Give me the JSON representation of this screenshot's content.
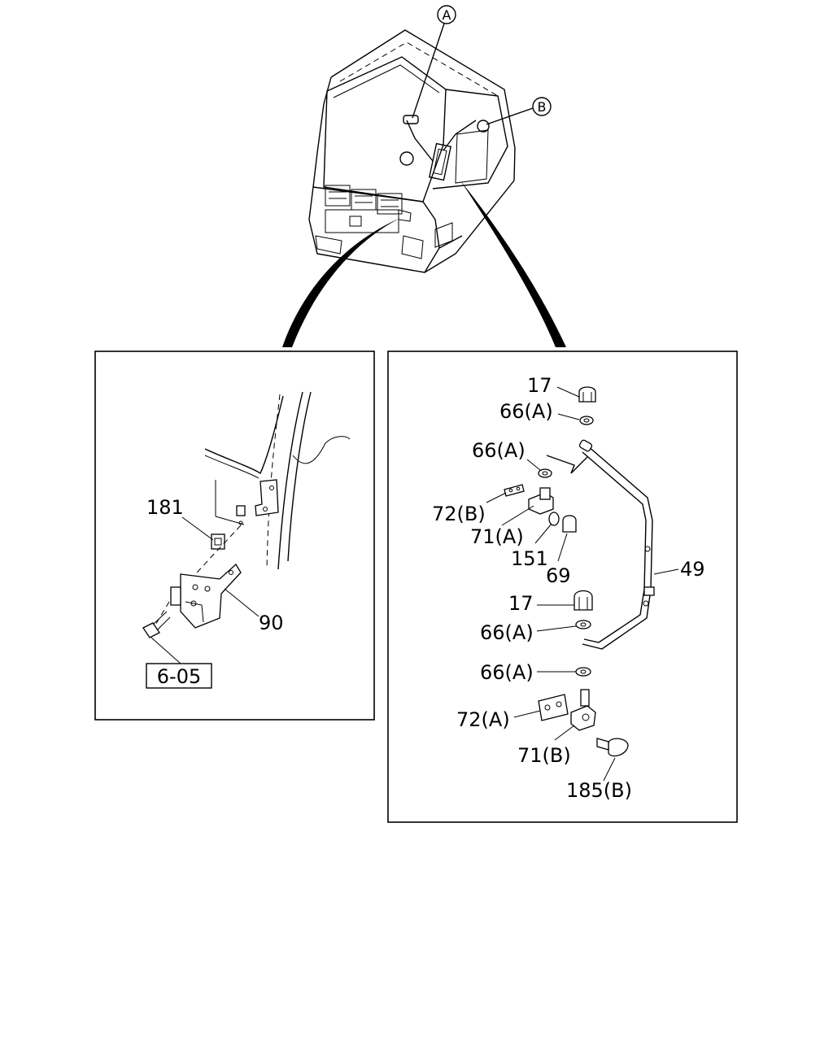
{
  "callouts": {
    "a": "A",
    "b": "B"
  },
  "left_panel": {
    "labels": {
      "p181": "181",
      "p90": "90",
      "ref": "6-05"
    }
  },
  "right_panel": {
    "labels": {
      "p17_top": "17",
      "p66a_1": "66(A)",
      "p66a_2": "66(A)",
      "p72b": "72(B)",
      "p71a": "71(A)",
      "p151": "151",
      "p69": "69",
      "p49": "49",
      "p17_mid": "17",
      "p66a_3": "66(A)",
      "p66a_4": "66(A)",
      "p72a": "72(A)",
      "p71b": "71(B)",
      "p185b": "185(B)"
    }
  }
}
